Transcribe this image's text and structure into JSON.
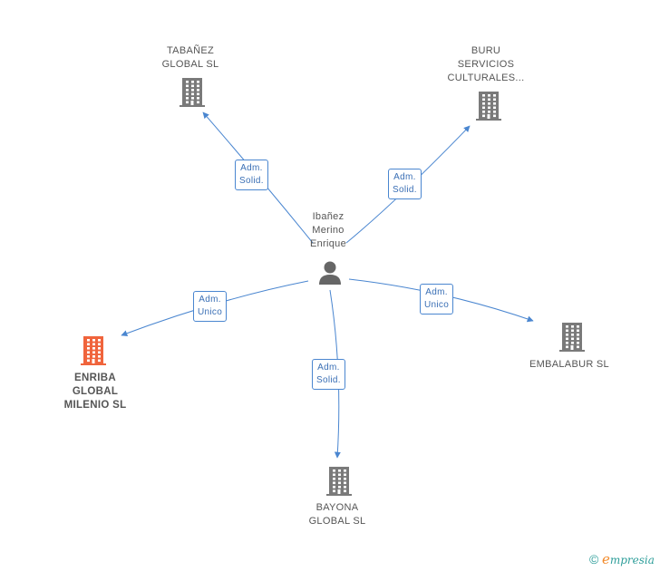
{
  "center": {
    "name": "Ibañez\nMerino\nEnrique"
  },
  "companies": [
    {
      "id": "tabanez",
      "name": "TABAÑEZ\nGLOBAL SL",
      "highlight": false
    },
    {
      "id": "buru",
      "name": "BURU\nSERVICIOS\nCULTURALES...",
      "highlight": false
    },
    {
      "id": "enriba",
      "name": "ENRIBA\nGLOBAL\nMILENIO SL",
      "highlight": true
    },
    {
      "id": "embalabur",
      "name": "EMBALABUR SL",
      "highlight": false
    },
    {
      "id": "bayona",
      "name": "BAYONA\nGLOBAL SL",
      "highlight": false
    }
  ],
  "relations": [
    {
      "to": "tabanez",
      "label": "Adm.\nSolid."
    },
    {
      "to": "buru",
      "label": "Adm.\nSolid."
    },
    {
      "to": "enriba",
      "label": "Adm.\nUnico"
    },
    {
      "to": "embalabur",
      "label": "Adm.\nUnico"
    },
    {
      "to": "bayona",
      "label": "Adm.\nSolid."
    }
  ],
  "colors": {
    "edge": "#4a86d0",
    "building": "#7a7a7a",
    "building_highlight": "#f0643c",
    "person": "#666666"
  },
  "footer": {
    "copyright": "©",
    "brand_initial": "e",
    "brand_rest": "mpresia"
  }
}
